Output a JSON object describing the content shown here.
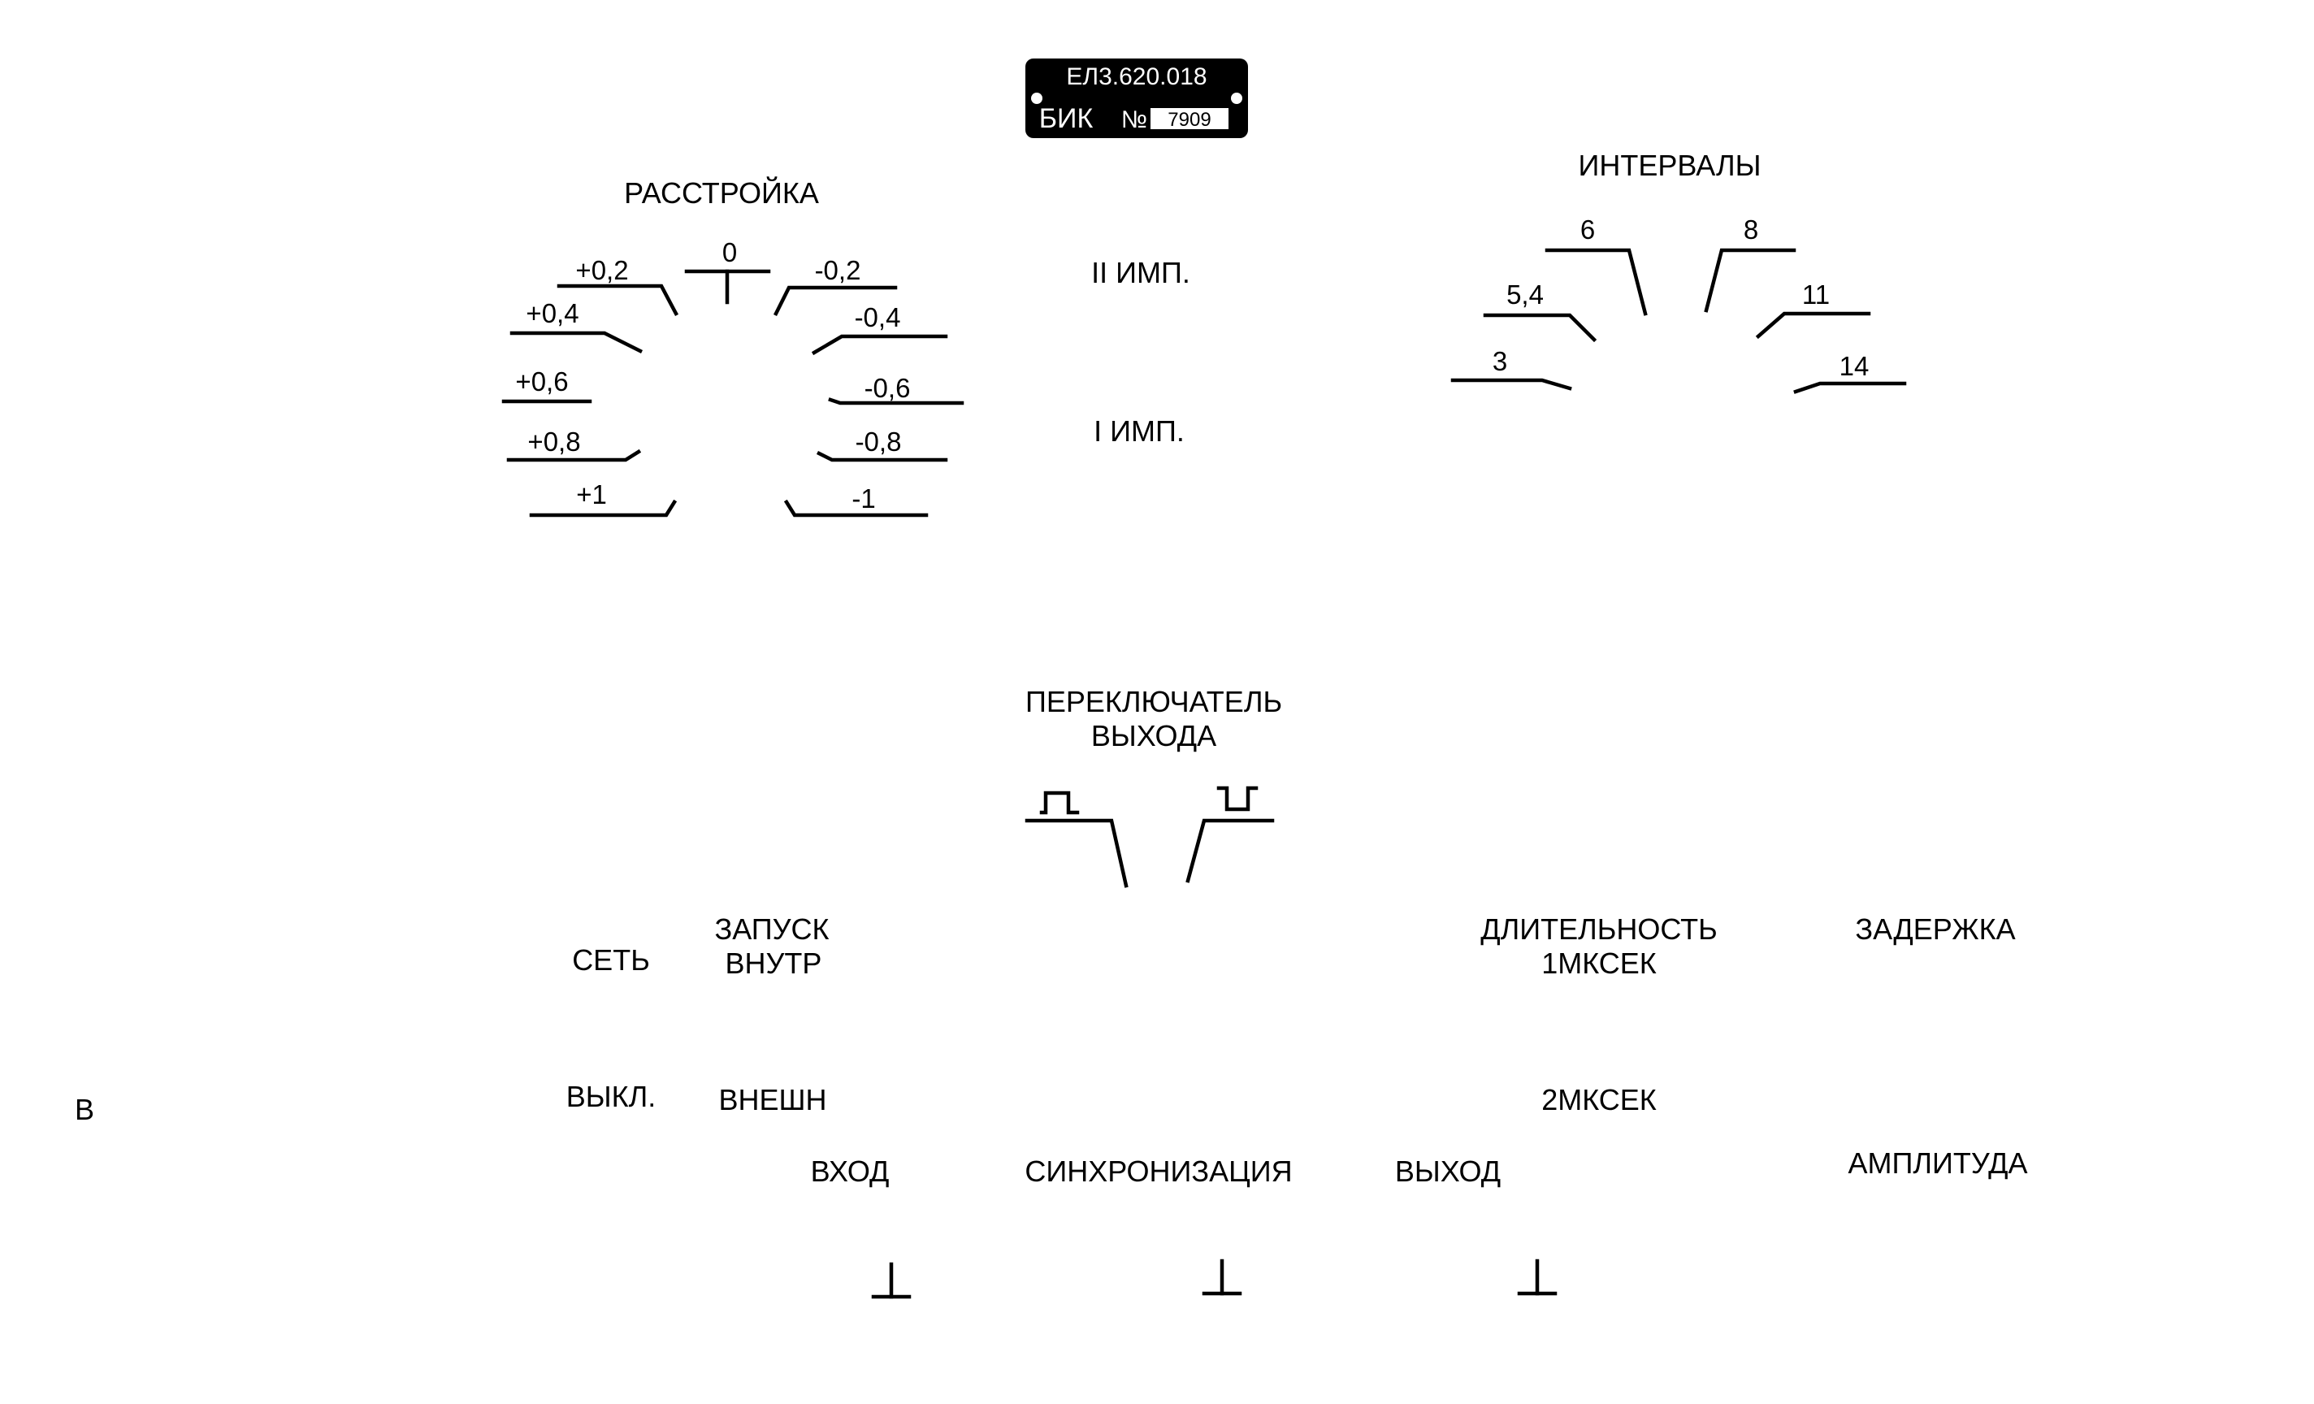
{
  "plate": {
    "model": "ЕЛ3.620.018",
    "name": "БИК",
    "number_sign": "№",
    "serial": "7909",
    "colors": {
      "background": "#000000",
      "text": "#ffffff"
    }
  },
  "detuning": {
    "title": "РАССТРОЙКА",
    "marks": [
      "+0,2",
      "0",
      "-0,2",
      "+0,4",
      "-0,4",
      "+0,6",
      "-0,6",
      "+0,8",
      "-0,8",
      "+1",
      "-1"
    ]
  },
  "pulses": {
    "second": "II  ИМП.",
    "first": "I  ИМП."
  },
  "intervals": {
    "title": "ИНТЕРВАЛЫ",
    "marks": [
      "6",
      "8",
      "5,4",
      "11",
      "3",
      "14"
    ]
  },
  "output_switch": {
    "title_line1": "ПЕРЕКЛЮЧАТЕЛЬ",
    "title_line2": "ВЫХОДА",
    "left_symbol": "positive-pulse-icon",
    "right_symbol": "negative-pulse-icon"
  },
  "power": {
    "label": "СЕТЬ",
    "off_label": "ВЫКЛ."
  },
  "trigger": {
    "label_line1": "ЗАПУСК",
    "label_line2": "ВНУТР",
    "external": "ВНЕШН"
  },
  "duration": {
    "label_line1": "ДЛИТЕЛЬНОСТЬ",
    "label_line2": "1МКСЕК",
    "alt": "2МКСЕК"
  },
  "delay": {
    "label": "ЗАДЕРЖКА"
  },
  "amplitude": {
    "label": "АМПЛИТУДА"
  },
  "connectors": {
    "input": "ВХОД",
    "sync": "СИНХРОНИЗАЦИЯ",
    "output": "ВЫХОД",
    "ground_symbol": "ground-icon"
  },
  "edge_mark": "В"
}
